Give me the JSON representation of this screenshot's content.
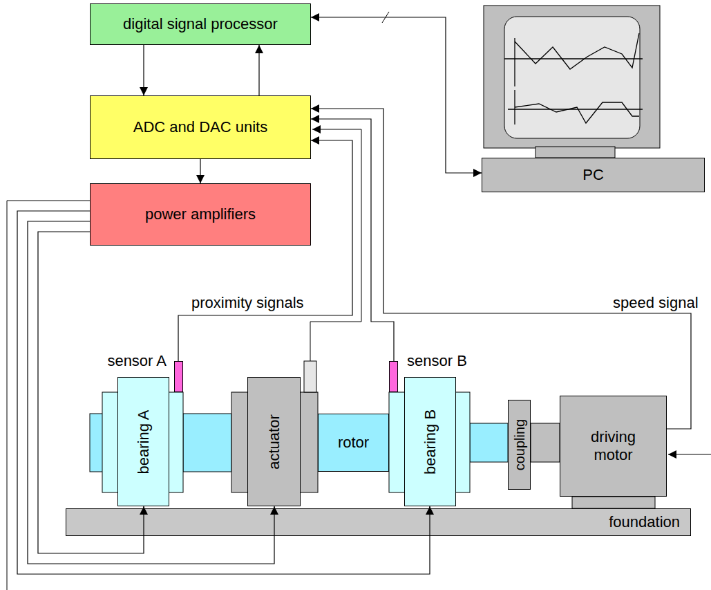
{
  "diagram": {
    "nodes": [
      {
        "text": [
          "digital signal processor"
        ]
      },
      {
        "text": [
          "ADC and DAC units"
        ]
      },
      {
        "text": [
          "PC"
        ]
      },
      {
        "text": [
          "power amplifiers"
        ]
      },
      {
        "text": [
          "sensor A"
        ]
      },
      {
        "text": [
          "sensor B"
        ]
      },
      {
        "text": [
          "bearing A"
        ]
      },
      {
        "text": [
          "actuator"
        ]
      },
      {
        "text": [
          "rotor"
        ]
      },
      {
        "text": [
          "bearing B"
        ]
      },
      {
        "text": [
          "coupling"
        ]
      },
      {
        "text": [
          "driving motor"
        ]
      },
      {
        "text": [
          "foundation"
        ]
      }
    ],
    "edges": [
      {
        "from": 0,
        "to": 1,
        "arrow": "to"
      },
      {
        "from": 1,
        "to": 0,
        "arrow": "to"
      },
      {
        "from": 0,
        "to": 2,
        "arrow": "both"
      },
      {
        "from": 1,
        "to": 3,
        "arrow": "to"
      },
      {
        "from": 3,
        "to": 6,
        "arrow": "to"
      },
      {
        "from": 3,
        "to": 7,
        "arrow": "to"
      },
      {
        "from": 3,
        "to": 9,
        "arrow": "to"
      },
      {
        "from": 4,
        "to": 1,
        "arrow": "to"
      },
      {
        "from": 5,
        "to": 1,
        "arrow": "to"
      },
      {
        "from": 11,
        "to": 1,
        "arrow": "to"
      }
    ],
    "labels": [
      "proximity signals",
      "speed signal"
    ]
  }
}
